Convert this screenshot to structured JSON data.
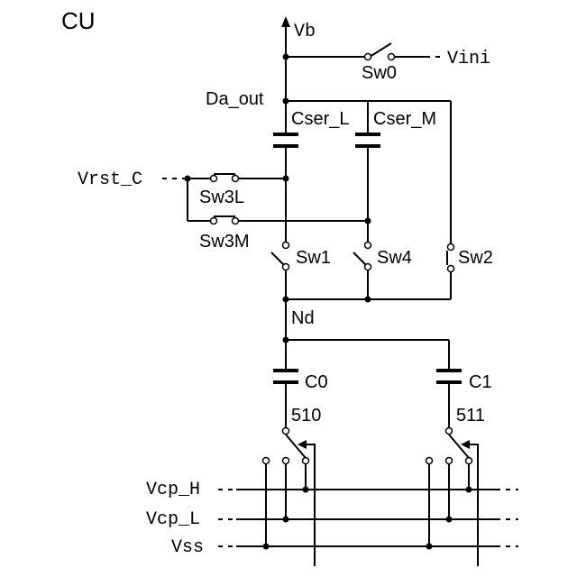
{
  "title": "CU",
  "nodes": {
    "vb": "Vb",
    "vini": "Vini",
    "da_out": "Da_out",
    "vrst_c": "Vrst_C",
    "nd": "Nd",
    "vcp_h": "Vcp_H",
    "vcp_l": "Vcp_L",
    "vss": "Vss"
  },
  "components": {
    "sw0": "Sw0",
    "cser_l": "Cser_L",
    "cser_m": "Cser_M",
    "sw3l": "Sw3L",
    "sw3m": "Sw3M",
    "sw1": "Sw1",
    "sw4": "Sw4",
    "sw2": "Sw2",
    "c0": "C0",
    "c1": "C1",
    "n510": "510",
    "n511": "511"
  }
}
